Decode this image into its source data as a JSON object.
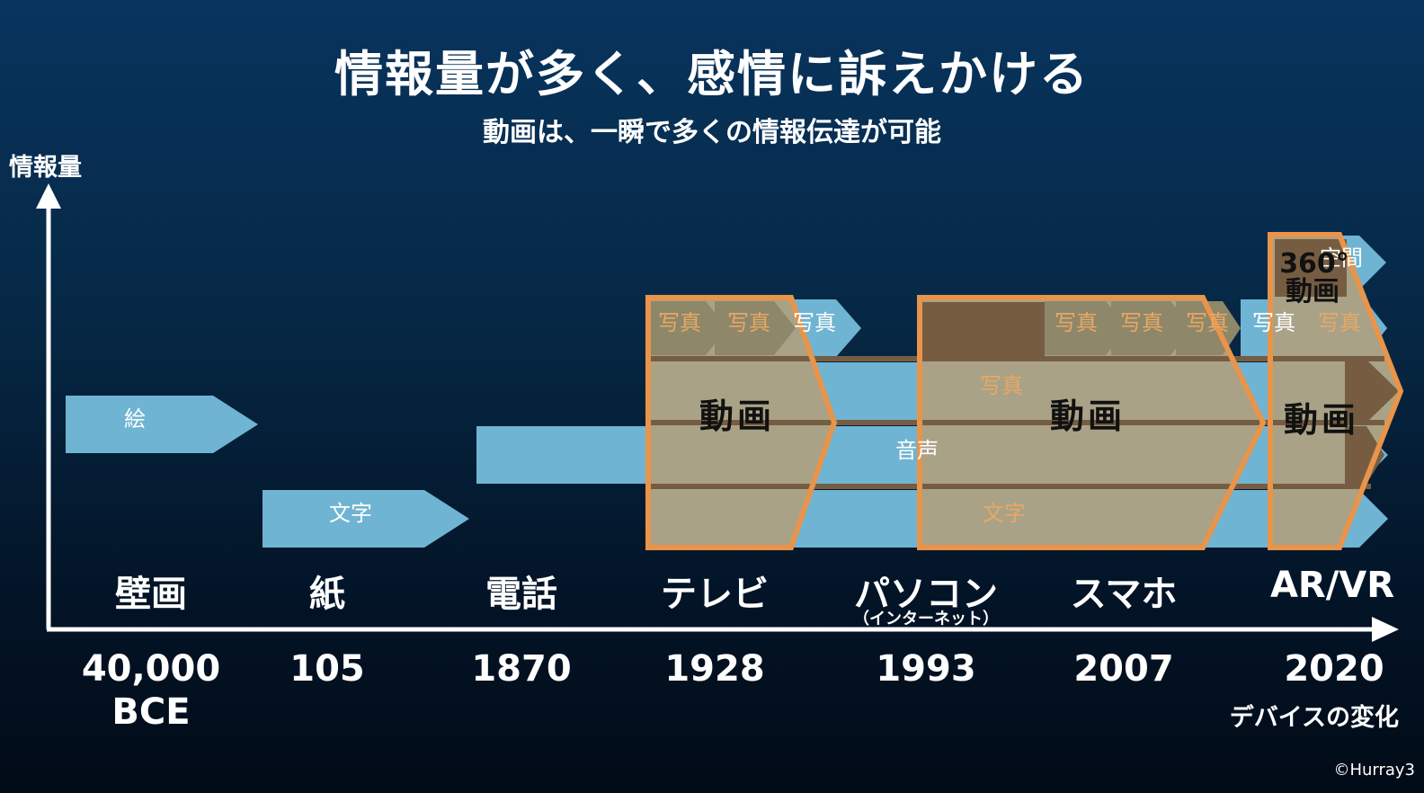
{
  "title": "情報量が多く、感情に訴えかける",
  "subtitle": "動画は、一瞬で多くの情報伝達が可能",
  "y_axis_label": "情報量",
  "x_axis_label": "デバイスの変化",
  "copyright": "©Hurray3",
  "devices": [
    {
      "name": "壁画",
      "year_line1": "40,000",
      "year_line2": "BCE"
    },
    {
      "name": "紙",
      "year_line1": "105",
      "year_line2": ""
    },
    {
      "name": "電話",
      "year_line1": "1870",
      "year_line2": ""
    },
    {
      "name": "テレビ",
      "year_line1": "1928",
      "year_line2": ""
    },
    {
      "name": "パソコン",
      "sub": "（インターネット）",
      "year_line1": "1993",
      "year_line2": ""
    },
    {
      "name": "スマホ",
      "year_line1": "2007",
      "year_line2": ""
    },
    {
      "name": "AR/VR",
      "year_line1": "2020",
      "year_line2": ""
    }
  ],
  "media": {
    "picture": "絵",
    "text": "文字",
    "audio": "音声",
    "photo": "写真",
    "video": "動画",
    "video360_line1": "360°",
    "video360_line2": "動画",
    "space": "空間"
  },
  "colors": {
    "arrow_blue": "#6fb4d2",
    "frame_orange": "#e8944a",
    "fill_tan": "#a9a287",
    "fill_brown": "#765d42",
    "label_orange": "#e6a866"
  }
}
